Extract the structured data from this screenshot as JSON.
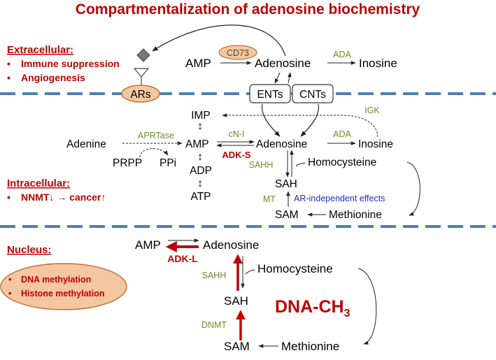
{
  "title": "Compartmentalization of adenosine biochemistry",
  "colors": {
    "red": "#c00000",
    "enzyme_green": "#6b8e23",
    "membrane_blue": "#4a7fb5",
    "blue_text": "#1f2fbf",
    "oval_fill": "#f4c7a0",
    "oval_stroke": "#c0703a"
  },
  "extracellular": {
    "heading": "Extracellular:",
    "bullets": [
      "Immune suppression",
      "Angiogenesis"
    ],
    "amp": "AMP",
    "cd73": "CD73",
    "adenosine": "Adenosine",
    "ada": "ADA",
    "inosine": "Inosine",
    "ars": "ARs",
    "ents": "ENTs",
    "cnts": "CNTs"
  },
  "intracellular": {
    "heading": "Intracellular:",
    "bullet_line": "NNMT↓ → cancer↑",
    "imp": "IMP",
    "igk": "IGK",
    "adenine": "Adenine",
    "aprtase": "APRTase",
    "amp": "AMP",
    "cn1": "cN-I",
    "adenosine": "Adenosine",
    "ada": "ADA",
    "inosine": "Inosine",
    "prpp": "PRPP",
    "ppi": "PPi",
    "adk_s": "ADK-S",
    "adp": "ADP",
    "atp": "ATP",
    "sahh": "SAHH",
    "homocysteine": "Homocysteine",
    "sah": "SAH",
    "mt": "MT",
    "ar_independent": "AR-independent effects",
    "sam": "SAM",
    "methionine": "Methionine"
  },
  "nucleus": {
    "heading": "Nucleus:",
    "bullets": [
      "DNA methylation",
      "Histone methylation"
    ],
    "amp": "AMP",
    "adenosine": "Adenosine",
    "adk_l": "ADK-L",
    "sahh": "SAHH",
    "homocysteine": "Homocysteine",
    "sah": "SAH",
    "dna_ch3": "DNA-CH",
    "dna_ch3_sub": "3",
    "dnmt": "DNMT",
    "sam": "SAM",
    "methionine": "Methionine"
  }
}
